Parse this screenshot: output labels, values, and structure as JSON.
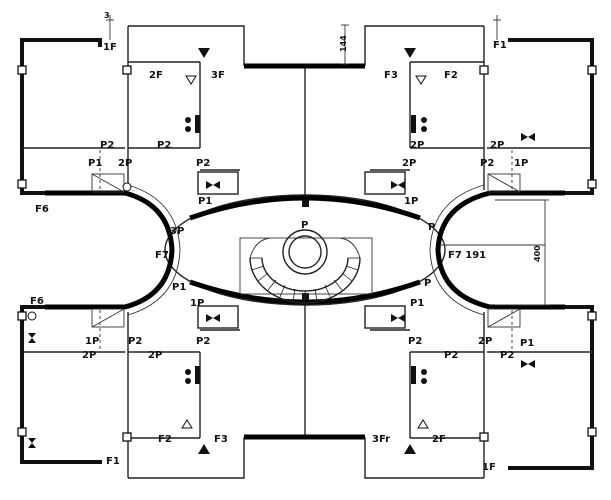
{
  "dimensions": {
    "top_a": "3",
    "top_b": "144",
    "height": "400",
    "label_f7_value": "191"
  },
  "labels": {
    "P": "P",
    "p1": "1P",
    "p2": "2P",
    "pp1": "P1",
    "pp2": "P2",
    "f1": "F1",
    "f2": "F2",
    "f3": "F3",
    "f6": "F6",
    "f7": "F7",
    "f1r": "1F",
    "f2r": "2F",
    "f3r": "3F",
    "p3r": "3P",
    "f3f": "3Fr",
    "f7_label": "F7 191"
  }
}
